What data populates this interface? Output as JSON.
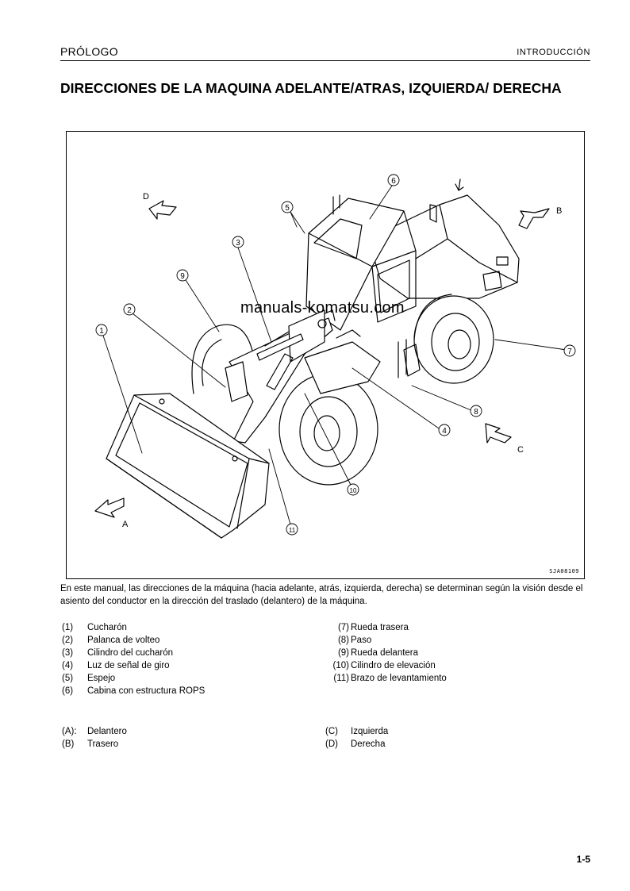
{
  "header": {
    "left": "PRÓLOGO",
    "right": "INTRODUCCIÓN"
  },
  "title": "DIRECCIONES DE LA MAQUINA ADELANTE/ATRAS, IZQUIERDA/ DERECHA",
  "figure": {
    "code": "SJA08109",
    "watermark": "manuals-komatsu.com",
    "directions": {
      "A": "A",
      "B": "B",
      "C": "C",
      "D": "D"
    },
    "callouts": [
      "1",
      "2",
      "3",
      "4",
      "5",
      "6",
      "7",
      "8",
      "9",
      "10",
      "11"
    ]
  },
  "intro": "En este manual, las direcciones de la máquina (hacia adelante, atrás, izquierda, derecha) se determinan según la visión desde el asiento del conductor en la dirección del traslado (delantero) de la máquina.",
  "parts_left": [
    {
      "num": "(1)",
      "label": "Cucharón"
    },
    {
      "num": "(2)",
      "label": "Palanca de volteo"
    },
    {
      "num": "(3)",
      "label": "Cilindro del cucharón"
    },
    {
      "num": "(4)",
      "label": "Luz de señal de giro"
    },
    {
      "num": "(5)",
      "label": "Espejo"
    },
    {
      "num": "(6)",
      "label": "Cabina con estructura ROPS"
    }
  ],
  "parts_right": [
    {
      "num": "(7)",
      "label": "Rueda trasera"
    },
    {
      "num": "(8)",
      "label": "Paso"
    },
    {
      "num": "(9)",
      "label": "Rueda delantera"
    },
    {
      "num": "(10)",
      "label": "Cilindro de elevación"
    },
    {
      "num": "(11)",
      "label": "Brazo de levantamiento"
    }
  ],
  "directions_left": [
    {
      "num": "(A):",
      "label": "Delantero"
    },
    {
      "num": "(B)",
      "label": "Trasero"
    }
  ],
  "directions_right": [
    {
      "num": "(C)",
      "label": "Izquierda"
    },
    {
      "num": "(D)",
      "label": "Derecha"
    }
  ],
  "page_number": "1-5"
}
